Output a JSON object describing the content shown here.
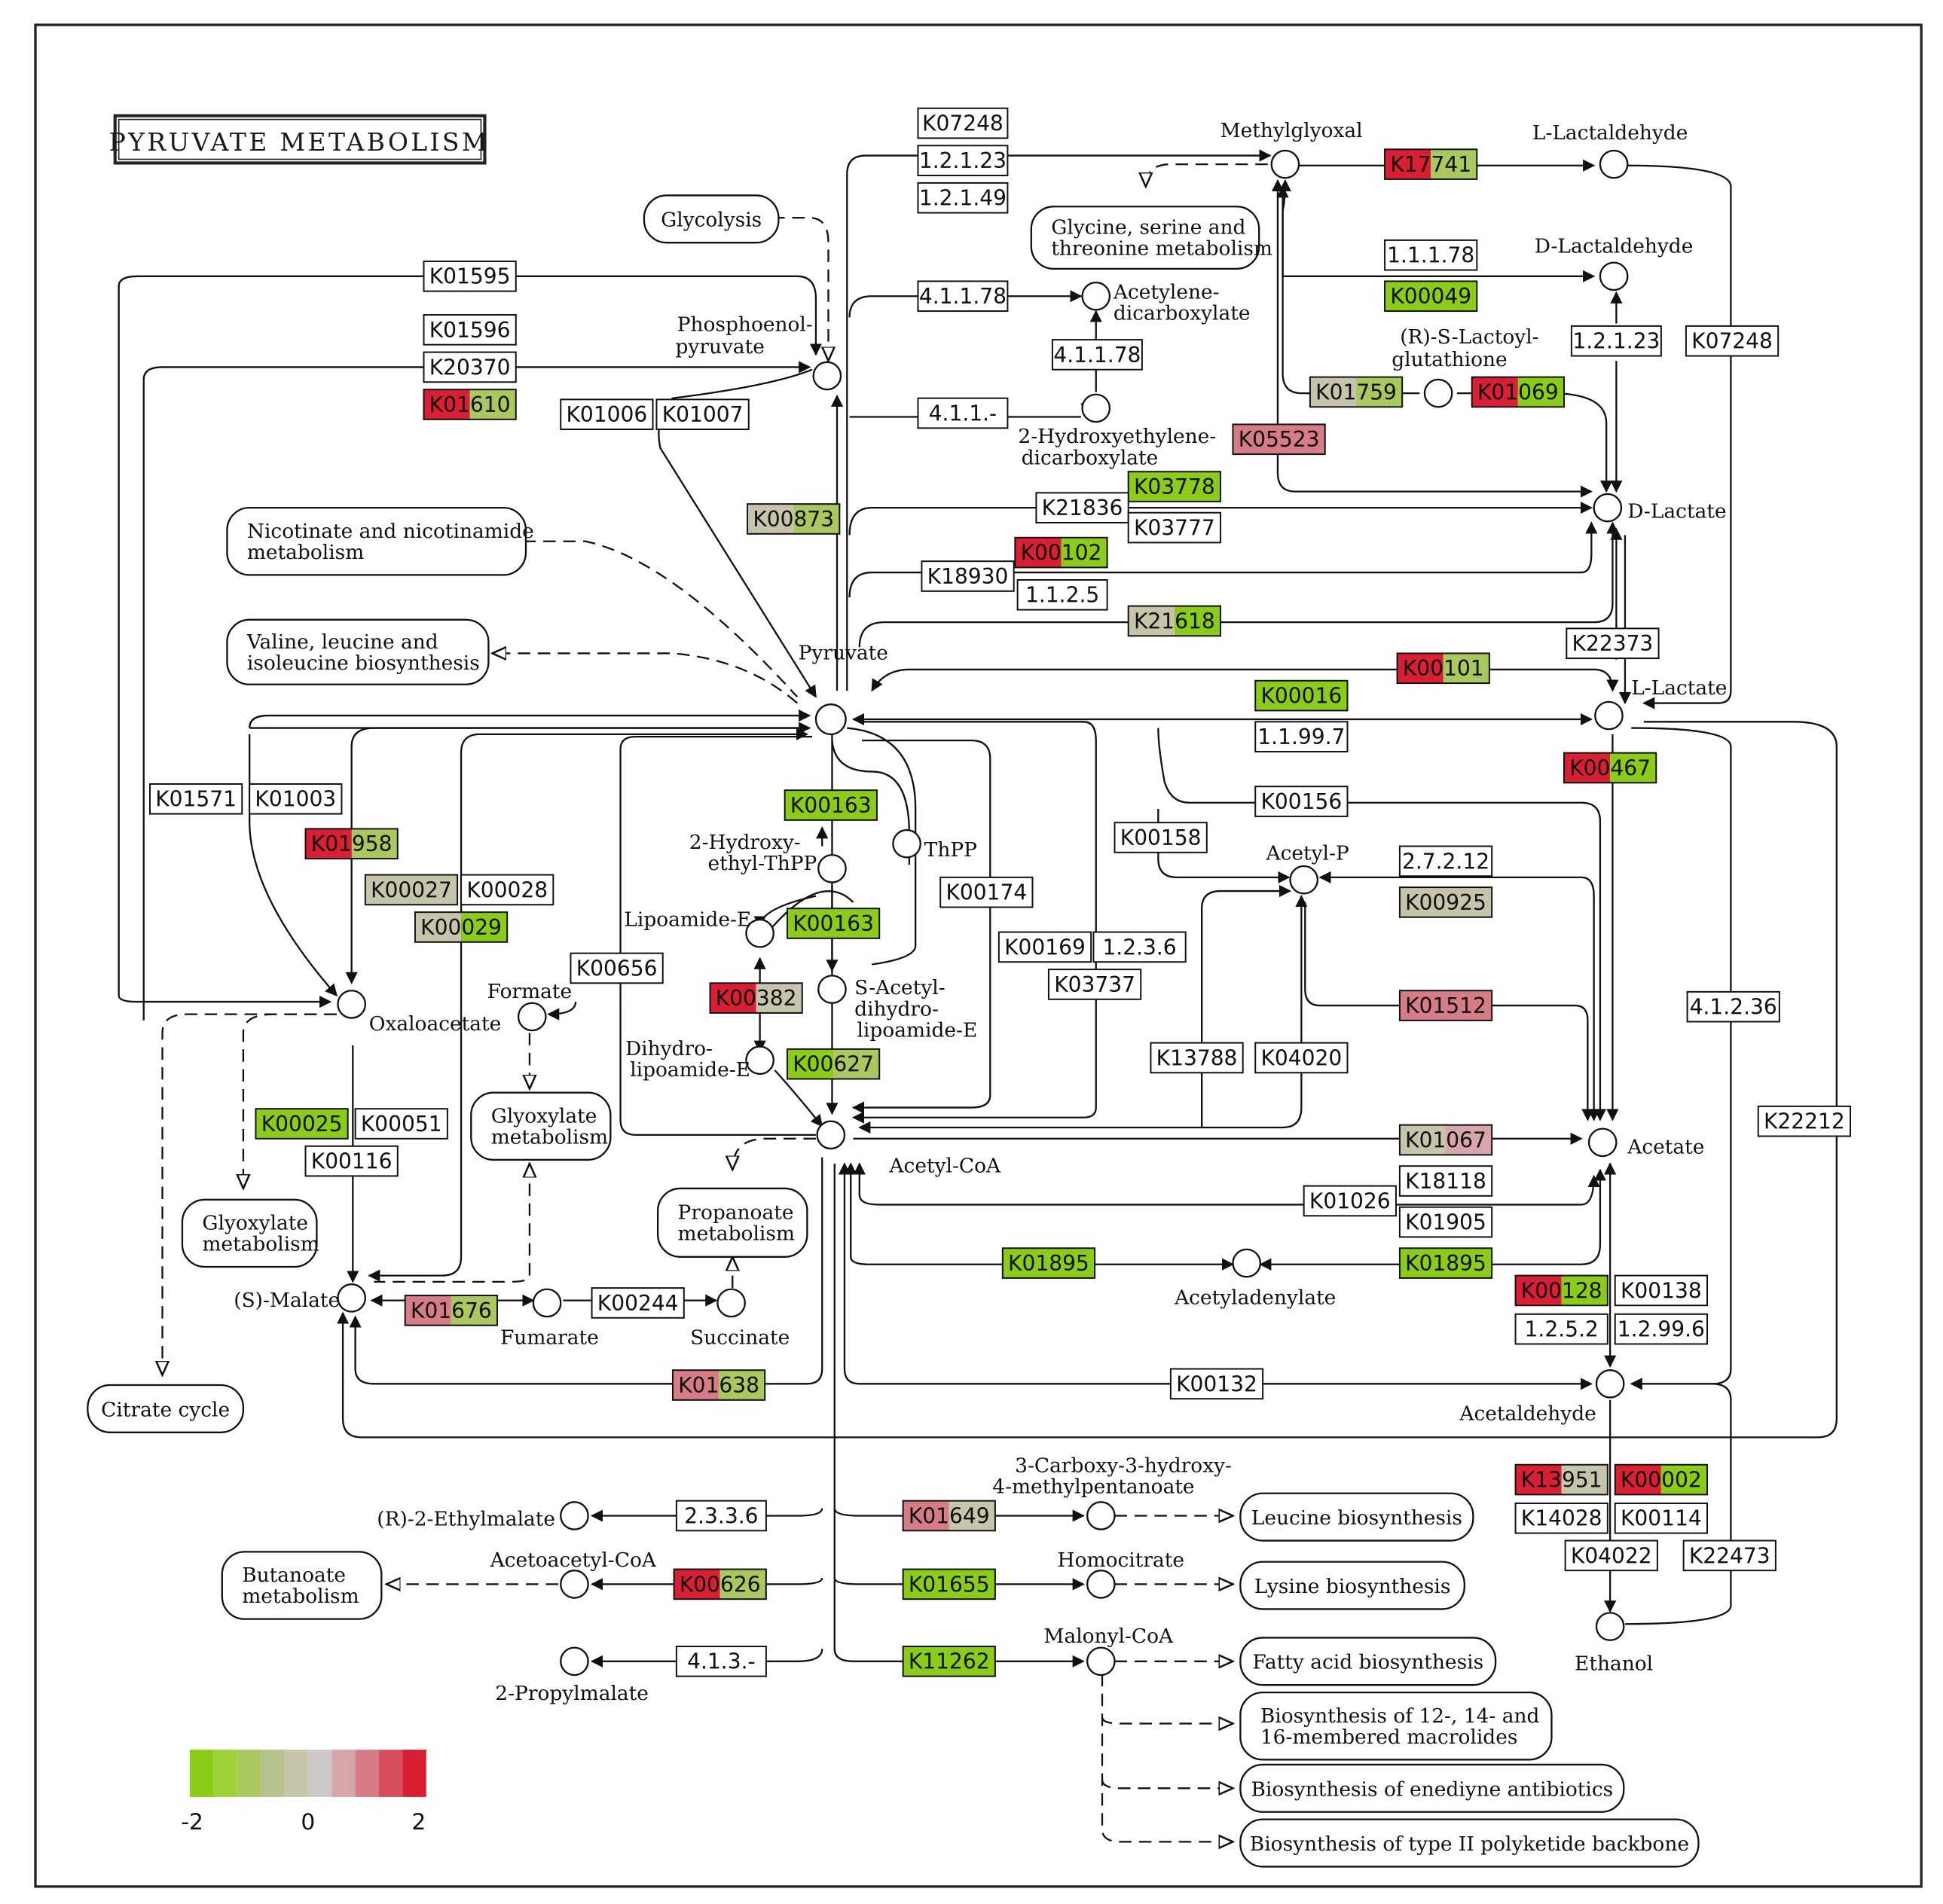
{
  "title": "PYRUVATE METABOLISM",
  "legend": {
    "colors": [
      "#8bcc1a",
      "#9ed038",
      "#a9c860",
      "#b7c48e",
      "#c6c4aa",
      "#cfc8c8",
      "#d7a6aa",
      "#d67c86",
      "#d94e5e",
      "#d91f34"
    ],
    "labels": [
      "-2",
      "0",
      "2"
    ]
  },
  "enzyme_colors": {
    "white": "#ffffff",
    "green": "#8bcc1a",
    "lightgreen": "#a9c860",
    "gray": "#c6c4aa",
    "pink": "#d7a6aa",
    "darkpink": "#d67c86",
    "red": "#d91f34"
  },
  "enzymes": [
    {
      "label": "K07248"
    },
    {
      "label": "1.2.1.23"
    },
    {
      "label": "1.2.1.49"
    },
    {
      "label": "K17741"
    },
    {
      "label": "1.1.1.78"
    },
    {
      "label": "K00049"
    },
    {
      "label": "1.2.1.23"
    },
    {
      "label": "K07248"
    },
    {
      "label": "K01759"
    },
    {
      "label": "K01069"
    },
    {
      "label": "K05523"
    },
    {
      "label": "K01595"
    },
    {
      "label": "K01596"
    },
    {
      "label": "K20370"
    },
    {
      "label": "K01610"
    },
    {
      "label": "K01006"
    },
    {
      "label": "K01007"
    },
    {
      "label": "4.1.1.78"
    },
    {
      "label": "4.1.1.78"
    },
    {
      "label": "4.1.1.-"
    },
    {
      "label": "K03778"
    },
    {
      "label": "K00873"
    },
    {
      "label": "K21836"
    },
    {
      "label": "K03777"
    },
    {
      "label": "K00102"
    },
    {
      "label": "K18930"
    },
    {
      "label": "1.1.2.5"
    },
    {
      "label": "K21618"
    },
    {
      "label": "K22373"
    },
    {
      "label": "K00101"
    },
    {
      "label": "K00016"
    },
    {
      "label": "1.1.99.7"
    },
    {
      "label": "K00467"
    },
    {
      "label": "K01571"
    },
    {
      "label": "K01003"
    },
    {
      "label": "K01958"
    },
    {
      "label": "K00027"
    },
    {
      "label": "K00028"
    },
    {
      "label": "K00029"
    },
    {
      "label": "K00163"
    },
    {
      "label": "K00163"
    },
    {
      "label": "K00174"
    },
    {
      "label": "K00382"
    },
    {
      "label": "K00627"
    },
    {
      "label": "K00656"
    },
    {
      "label": "K00169"
    },
    {
      "label": "1.2.3.6"
    },
    {
      "label": "K03737"
    },
    {
      "label": "K00158"
    },
    {
      "label": "K00156"
    },
    {
      "label": "2.7.2.12"
    },
    {
      "label": "K00925"
    },
    {
      "label": "K01512"
    },
    {
      "label": "4.1.2.36"
    },
    {
      "label": "K13788"
    },
    {
      "label": "K04020"
    },
    {
      "label": "K00025"
    },
    {
      "label": "K00051"
    },
    {
      "label": "K00116"
    },
    {
      "label": "K01067"
    },
    {
      "label": "K22212"
    },
    {
      "label": "K18118"
    },
    {
      "label": "K01026"
    },
    {
      "label": "K01905"
    },
    {
      "label": "K01895"
    },
    {
      "label": "K01895"
    },
    {
      "label": "K00128"
    },
    {
      "label": "K00138"
    },
    {
      "label": "1.2.5.2"
    },
    {
      "label": "1.2.99.6"
    },
    {
      "label": "K01676"
    },
    {
      "label": "K00244"
    },
    {
      "label": "K01638"
    },
    {
      "label": "K00132"
    },
    {
      "label": "K13951"
    },
    {
      "label": "K00002"
    },
    {
      "label": "K14028"
    },
    {
      "label": "K00114"
    },
    {
      "label": "K04022"
    },
    {
      "label": "K22473"
    },
    {
      "label": "2.3.3.6"
    },
    {
      "label": "K01649"
    },
    {
      "label": "K00626"
    },
    {
      "label": "K01655"
    },
    {
      "label": "4.1.3.-"
    },
    {
      "label": "K11262"
    }
  ],
  "compounds": [
    {
      "label": "Methylglyoxal"
    },
    {
      "label": "L-Lactaldehyde"
    },
    {
      "label": "D-Lactaldehyde"
    },
    {
      "label": "(R)-S-Lactoyl-"
    },
    {
      "label": "glutathione"
    },
    {
      "label": "Phosphoenol-"
    },
    {
      "label": "pyruvate"
    },
    {
      "label": "Acetylene-"
    },
    {
      "label": "dicarboxylate"
    },
    {
      "label": "2-Hydroxyethylene-"
    },
    {
      "label": "dicarboxylate"
    },
    {
      "label": "D-Lactate"
    },
    {
      "label": "Pyruvate"
    },
    {
      "label": "L-Lactate"
    },
    {
      "label": "2-Hydroxy-"
    },
    {
      "label": "ethyl-ThPP"
    },
    {
      "label": "ThPP"
    },
    {
      "label": "Lipoamide-E"
    },
    {
      "label": "S-Acetyl-"
    },
    {
      "label": "dihydro-"
    },
    {
      "label": "lipoamide-E"
    },
    {
      "label": "Dihydro-"
    },
    {
      "label": "lipoamide-E"
    },
    {
      "label": "Acetyl-P"
    },
    {
      "label": "Formate"
    },
    {
      "label": "Oxaloacetate"
    },
    {
      "label": "Acetyl-CoA"
    },
    {
      "label": "Acetate"
    },
    {
      "label": "Acetyladenylate"
    },
    {
      "label": "(S)-Malate"
    },
    {
      "label": "Fumarate"
    },
    {
      "label": "Succinate"
    },
    {
      "label": "Acetaldehyde"
    },
    {
      "label": "(R)-2-Ethylmalate"
    },
    {
      "label": "3-Carboxy-3-hydroxy-"
    },
    {
      "label": "4-methylpentanoate"
    },
    {
      "label": "Acetoacetyl-CoA"
    },
    {
      "label": "Homocitrate"
    },
    {
      "label": "Malonyl-CoA"
    },
    {
      "label": "2-Propylmalate"
    },
    {
      "label": "Ethanol"
    }
  ],
  "pathways": [
    {
      "label": "Glycolysis"
    },
    {
      "line1": "Glycine, serine and",
      "line2": "threonine metabolism"
    },
    {
      "line1": "Nicotinate and nicotinamide",
      "line2": "metabolism"
    },
    {
      "line1": "Valine, leucine and",
      "line2": "isoleucine biosynthesis"
    },
    {
      "line1": "Glyoxylate",
      "line2": "metabolism"
    },
    {
      "line1": "Glyoxylate",
      "line2": "metabolism"
    },
    {
      "line1": "Propanoate",
      "line2": "metabolism"
    },
    {
      "label": "Citrate cycle"
    },
    {
      "label": "Leucine biosynthesis"
    },
    {
      "line1": "Butanoate",
      "line2": "metabolism"
    },
    {
      "label": "Lysine biosynthesis"
    },
    {
      "label": "Fatty acid biosynthesis"
    },
    {
      "line1": "Biosynthesis of 12-, 14- and",
      "line2": "16-membered macrolides"
    },
    {
      "label": "Biosynthesis of enediyne antibiotics"
    },
    {
      "label": "Biosynthesis of type II polyketide backbone"
    }
  ]
}
